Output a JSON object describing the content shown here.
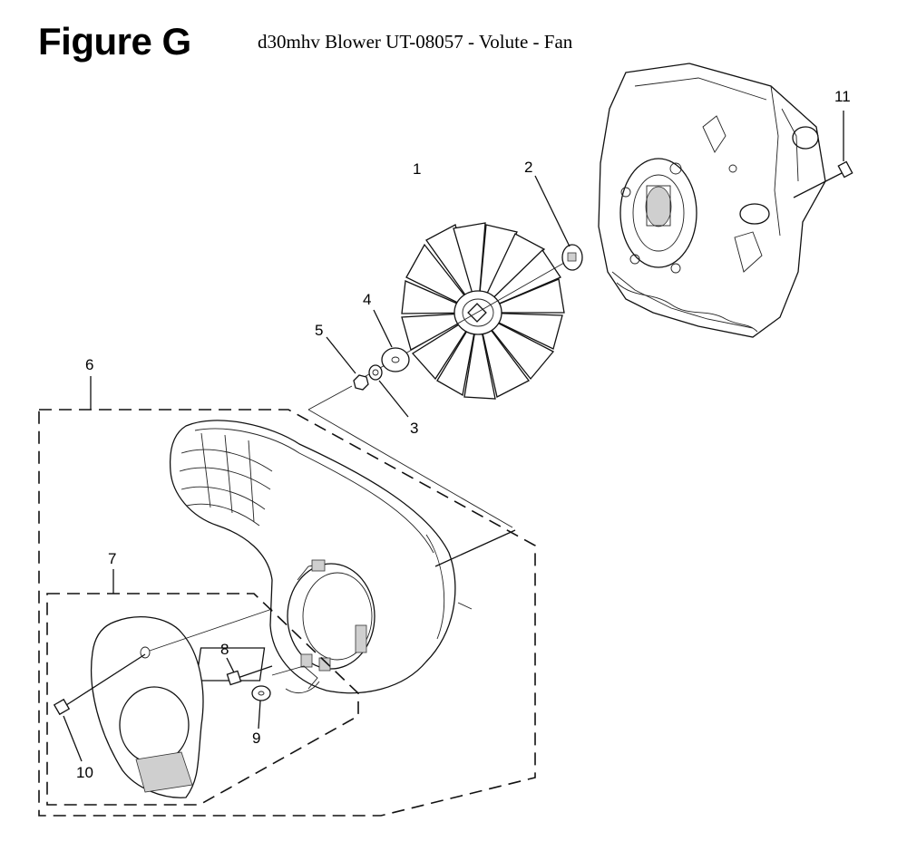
{
  "figure": {
    "title": "Figure G",
    "subtitle": "d30mhv Blower UT-08057 - Volute - Fan"
  },
  "callouts": [
    "1",
    "2",
    "3",
    "4",
    "5",
    "6",
    "7",
    "8",
    "9",
    "10",
    "11"
  ]
}
